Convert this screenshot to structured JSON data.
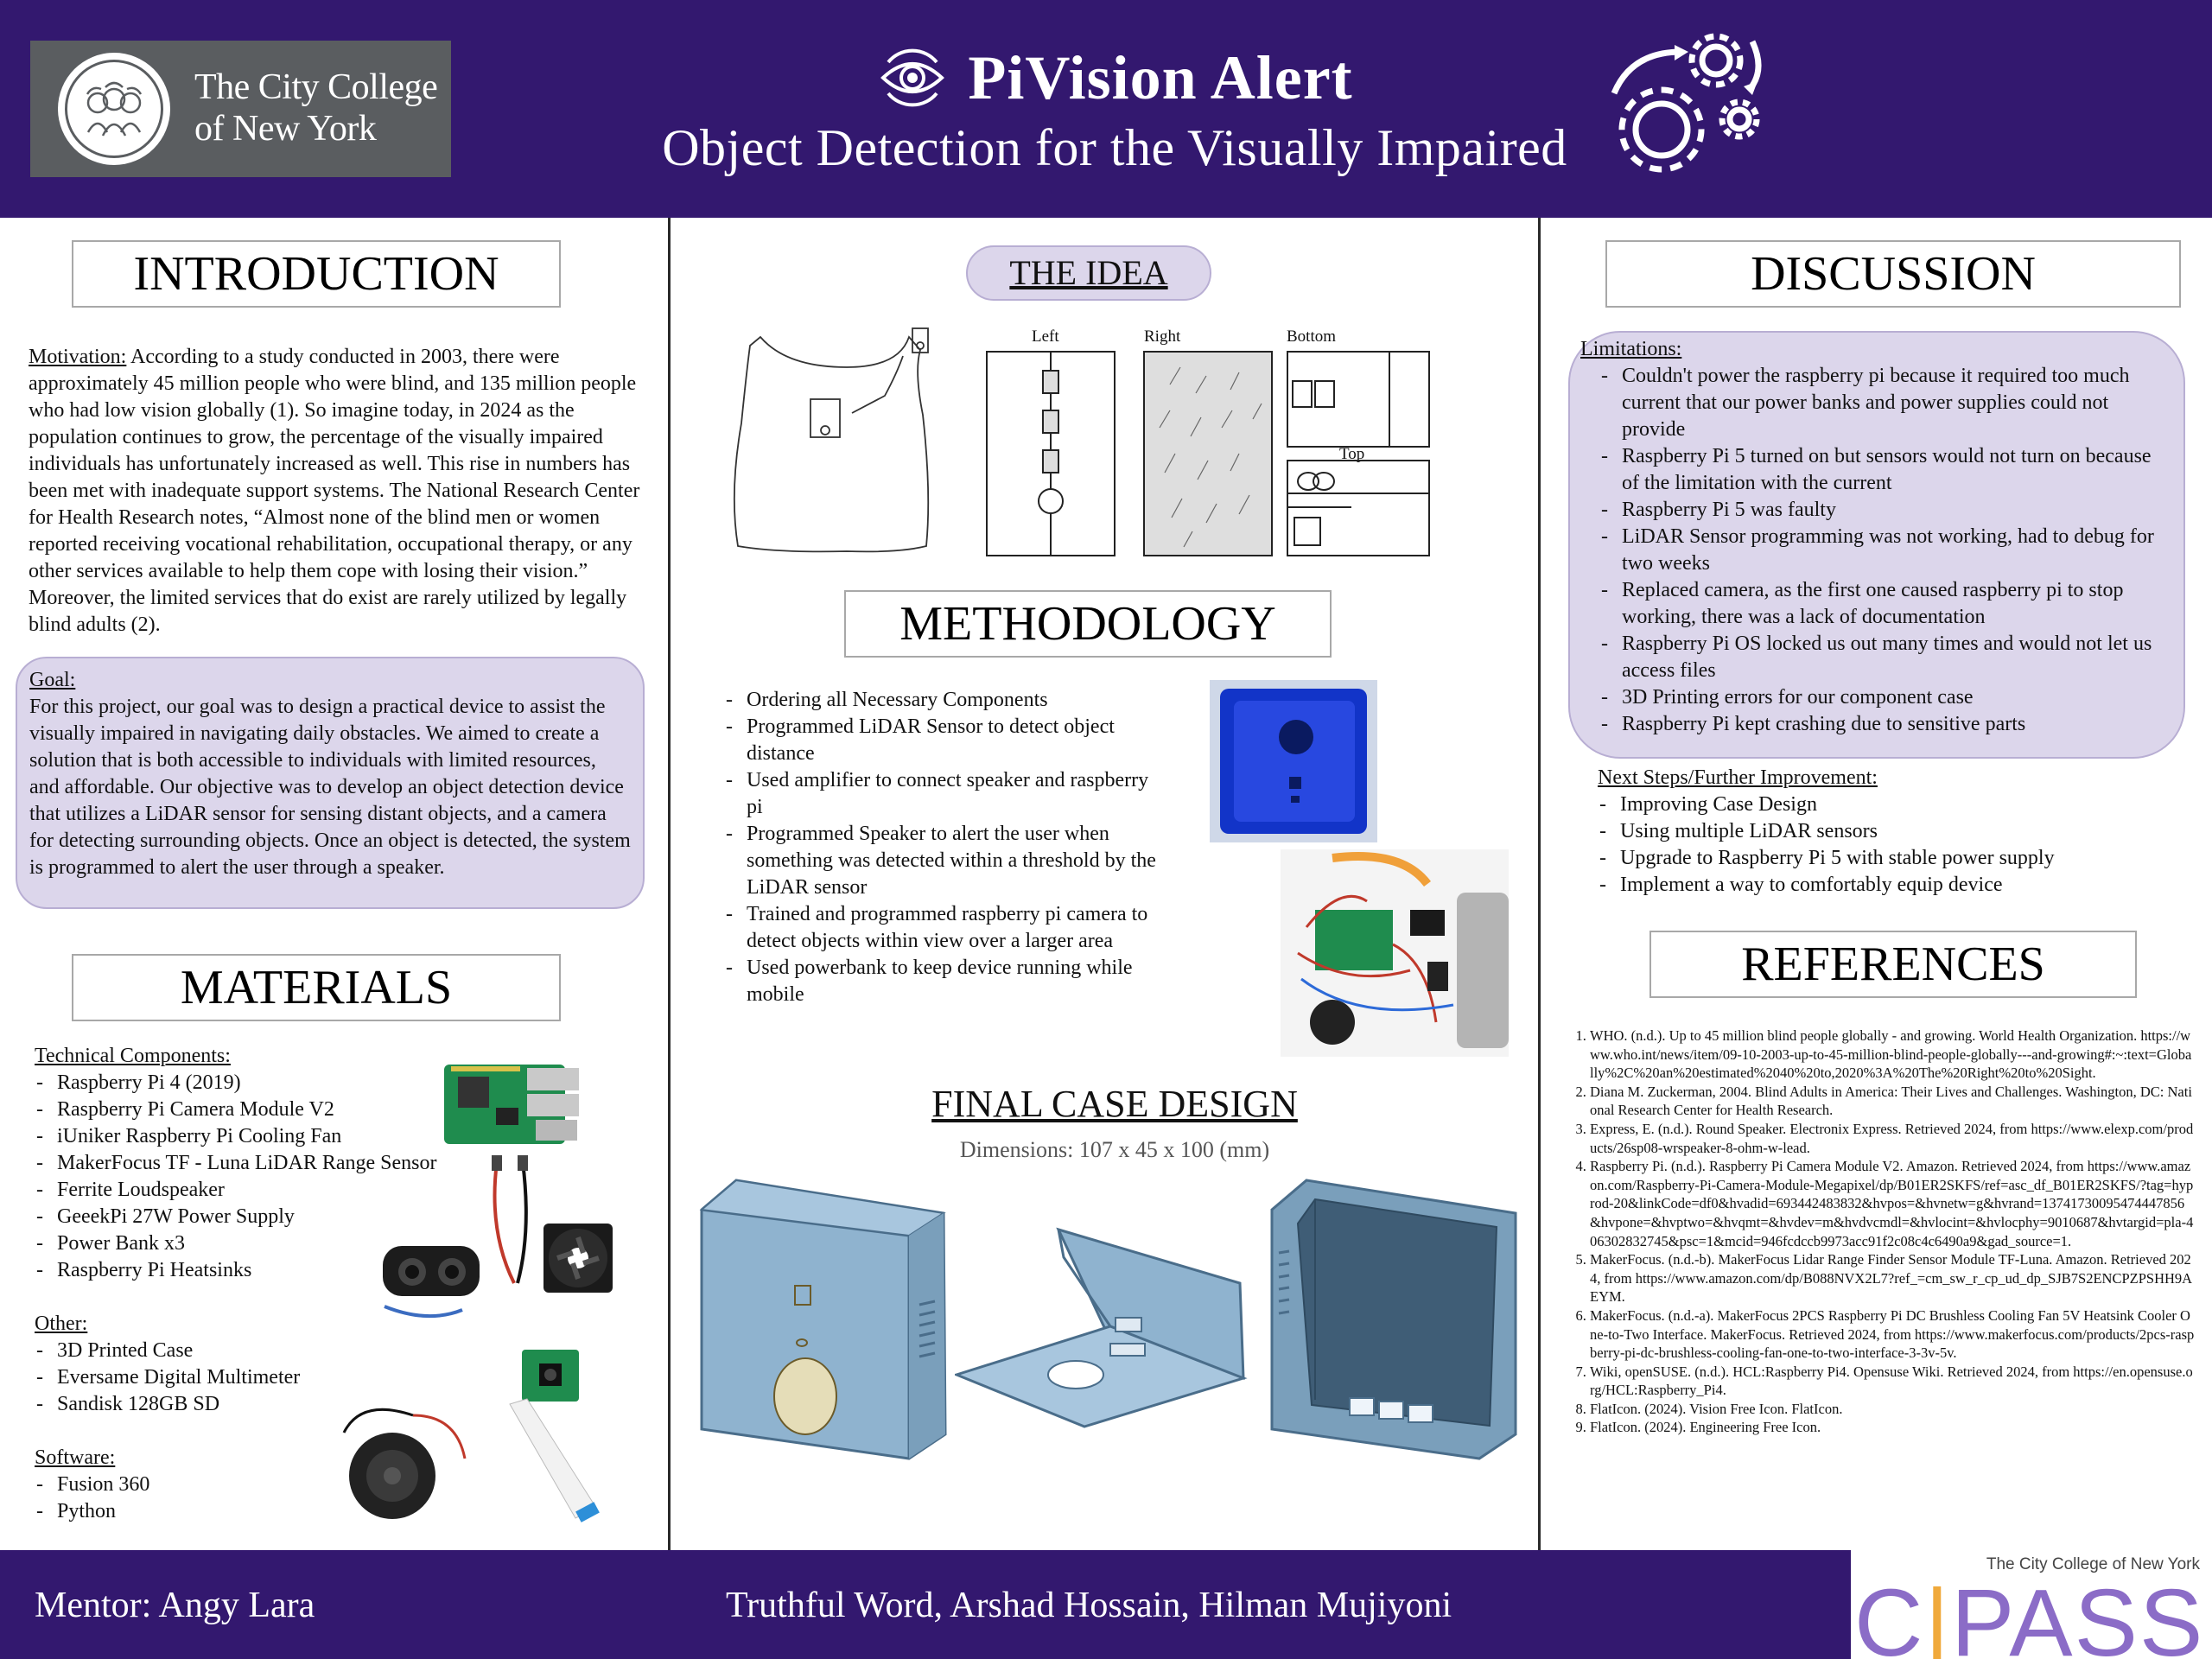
{
  "header": {
    "college_line1": "The City College",
    "college_line2": "of New York",
    "title": "PiVision Alert",
    "subtitle": "Object Detection for the Visually Impaired",
    "icons": [
      "eye-icon",
      "gears-icon",
      "college-seal-logo"
    ]
  },
  "introduction": {
    "heading": "INTRODUCTION",
    "motivation_label": "Motivation:",
    "motivation_text": " According to a study conducted in 2003, there were approximately 45 million people who were blind, and 135 million people who had low vision globally (1). So imagine today, in 2024 as the population continues to grow, the percentage of the visually impaired individuals has unfortunately increased as well. This rise in numbers has been met with inadequate support systems. The National Research Center for Health Research notes, “Almost none of the blind men or women reported receiving vocational rehabilitation, occupational therapy, or any other services available to help them cope with losing their vision.” Moreover, the limited services that do exist are rarely utilized by legally blind adults (2).",
    "goal_label": "Goal:",
    "goal_text": "For this project, our goal was to design a practical device to assist the visually impaired in navigating daily obstacles. We aimed to create a solution that is both accessible to individuals with limited resources, and affordable. Our objective was to develop an object detection device that utilizes a LiDAR sensor for sensing distant objects, and a camera for detecting surrounding objects. Once an object is detected, the system is programmed to alert the user through a speaker."
  },
  "materials": {
    "heading": "MATERIALS",
    "technical_label": "Technical Components:",
    "technical": [
      "Raspberry Pi 4 (2019)",
      "Raspberry Pi Camera Module V2",
      "iUniker Raspberry Pi Cooling Fan",
      "MakerFocus TF - Luna LiDAR Range Sensor",
      "Ferrite Loudspeaker",
      "GeeekPi 27W Power Supply",
      "Power Bank x3",
      "Raspberry Pi Heatsinks"
    ],
    "other_label": "Other:",
    "other": [
      "3D Printed Case",
      "Eversame Digital Multimeter",
      "Sandisk 128GB SD"
    ],
    "software_label": "Software:",
    "software": [
      "Fusion 360",
      "Python"
    ]
  },
  "idea": {
    "heading": "THE IDEA",
    "sketch_labels": [
      "Left",
      "Right",
      "Bottom",
      "Top"
    ]
  },
  "methodology": {
    "heading": "METHODOLOGY",
    "items": [
      "Ordering all Necessary Components",
      "Programmed LiDAR Sensor to detect object distance",
      "Used amplifier to connect speaker and raspberry pi",
      "Programmed Speaker to alert the user when something was detected within a threshold by the LiDAR sensor",
      "Trained and programmed raspberry pi camera to detect objects within view over a larger area",
      "Used powerbank to keep device running while mobile"
    ]
  },
  "final_case": {
    "heading": "FINAL CASE DESIGN",
    "dimensions": "Dimensions: 107 x 45 x 100 (mm)"
  },
  "discussion": {
    "heading": "DISCUSSION",
    "limitations_label": "Limitations:",
    "limitations": [
      "Couldn't power the raspberry pi because it required too much current that our power banks and power supplies could not provide",
      "Raspberry Pi 5 turned on but sensors would not turn on because of the limitation with the current",
      "Raspberry Pi 5 was faulty",
      "LiDAR Sensor programming was not working, had to debug for two weeks",
      "Replaced camera, as the first one caused raspberry pi to stop working, there was a lack of documentation",
      "Raspberry Pi OS locked us out many times and would not let us access files",
      "3D Printing errors for our component case",
      "Raspberry Pi kept crashing due to sensitive parts"
    ],
    "next_label": "Next Steps/Further Improvement:",
    "next_steps": [
      "Improving Case Design",
      "Using multiple LiDAR sensors",
      "Upgrade to Raspberry Pi 5 with stable power supply",
      "Implement a way to comfortably equip device"
    ]
  },
  "references": {
    "heading": "REFERENCES",
    "items": [
      "WHO. (n.d.). Up to 45 million blind people globally - and growing. World Health Organization. https://www.who.int/news/item/09-10-2003-up-to-45-million-blind-people-globally---and-growing#:~:text=Globally%2C%20an%20estimated%2040%20to,2020%3A%20The%20Right%20to%20Sight.",
      "Diana M. Zuckerman, 2004. Blind Adults in America: Their Lives and Challenges. Washington, DC: National Research Center for Health Research.",
      "Express, E. (n.d.). Round Speaker. Electronix Express. Retrieved 2024, from https://www.elexp.com/products/26sp08-wrspeaker-8-ohm-w-lead.",
      "Raspberry Pi. (n.d.). Raspberry Pi Camera Module V2. Amazon. Retrieved 2024, from https://www.amazon.com/Raspberry-Pi-Camera-Module-Megapixel/dp/B01ER2SKFS/ref=asc_df_B01ER2SKFS/?tag=hyprod-20&linkCode=df0&hvadid=693442483832&hvpos=&hvnetw=g&hvrand=13741730095474447856&hvpone=&hvptwo=&hvqmt=&hvdev=m&hvdvcmdl=&hvlocint=&hvlocphy=9010687&hvtargid=pla-406302832745&psc=1&mcid=946fcdccb9973acc91f2c08c4c6490a9&gad_source=1.",
      "MakerFocus. (n.d.-b). MakerFocus Lidar Range Finder Sensor Module TF-Luna. Amazon. Retrieved 2024, from https://www.amazon.com/dp/B088NVX2L7?ref_=cm_sw_r_cp_ud_dp_SJB7S2ENCPZPSHH9AEYM.",
      "MakerFocus. (n.d.-a). MakerFocus 2PCS Raspberry Pi DC Brushless Cooling Fan 5V Heatsink Cooler One-to-Two Interface. MakerFocus. Retrieved 2024, from https://www.makerfocus.com/products/2pcs-raspberry-pi-dc-brushless-cooling-fan-one-to-two-interface-3-3v-5v.",
      "Wiki, openSUSE. (n.d.). HCL:Raspberry Pi4. Opensuse Wiki. Retrieved 2024, from https://en.opensuse.org/HCL:Raspberry_Pi4.",
      "FlatIcon. (2024). Vision Free Icon. FlatIcon.",
      "FlatIcon. (2024). Engineering Free Icon."
    ]
  },
  "footer": {
    "mentor": "Mentor: Angy Lara",
    "authors": "Truthful Word, Arshad Hossain, Hilman Mujiyoni",
    "cipass_tagline": "The City College of New York",
    "cipass_letters_before": "C",
    "cipass_bar": "|",
    "cipass_letters_after": "PASS"
  },
  "colors": {
    "brand_purple": "#33186f",
    "lavender": "#dcd6eb",
    "logo_gray": "#5a5d60",
    "cipass_purple": "#8b6cc7",
    "cipass_accent": "#f0a93b",
    "case_blue": "#8fb3cf"
  }
}
